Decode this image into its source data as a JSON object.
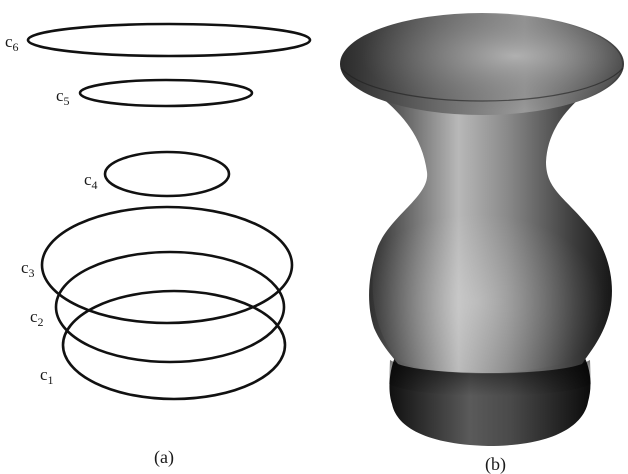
{
  "panel_a": {
    "caption": "(a)",
    "curves": [
      {
        "letter": "c",
        "index": "1"
      },
      {
        "letter": "c",
        "index": "2"
      },
      {
        "letter": "c",
        "index": "3"
      },
      {
        "letter": "c",
        "index": "4"
      },
      {
        "letter": "c",
        "index": "5"
      },
      {
        "letter": "c",
        "index": "6"
      }
    ]
  },
  "panel_b": {
    "caption": "(b)",
    "object": "vase-surface"
  },
  "colors": {
    "stroke": "#111111",
    "vase_dark": "#0f0f0f",
    "vase_light": "#b4b4b4"
  }
}
